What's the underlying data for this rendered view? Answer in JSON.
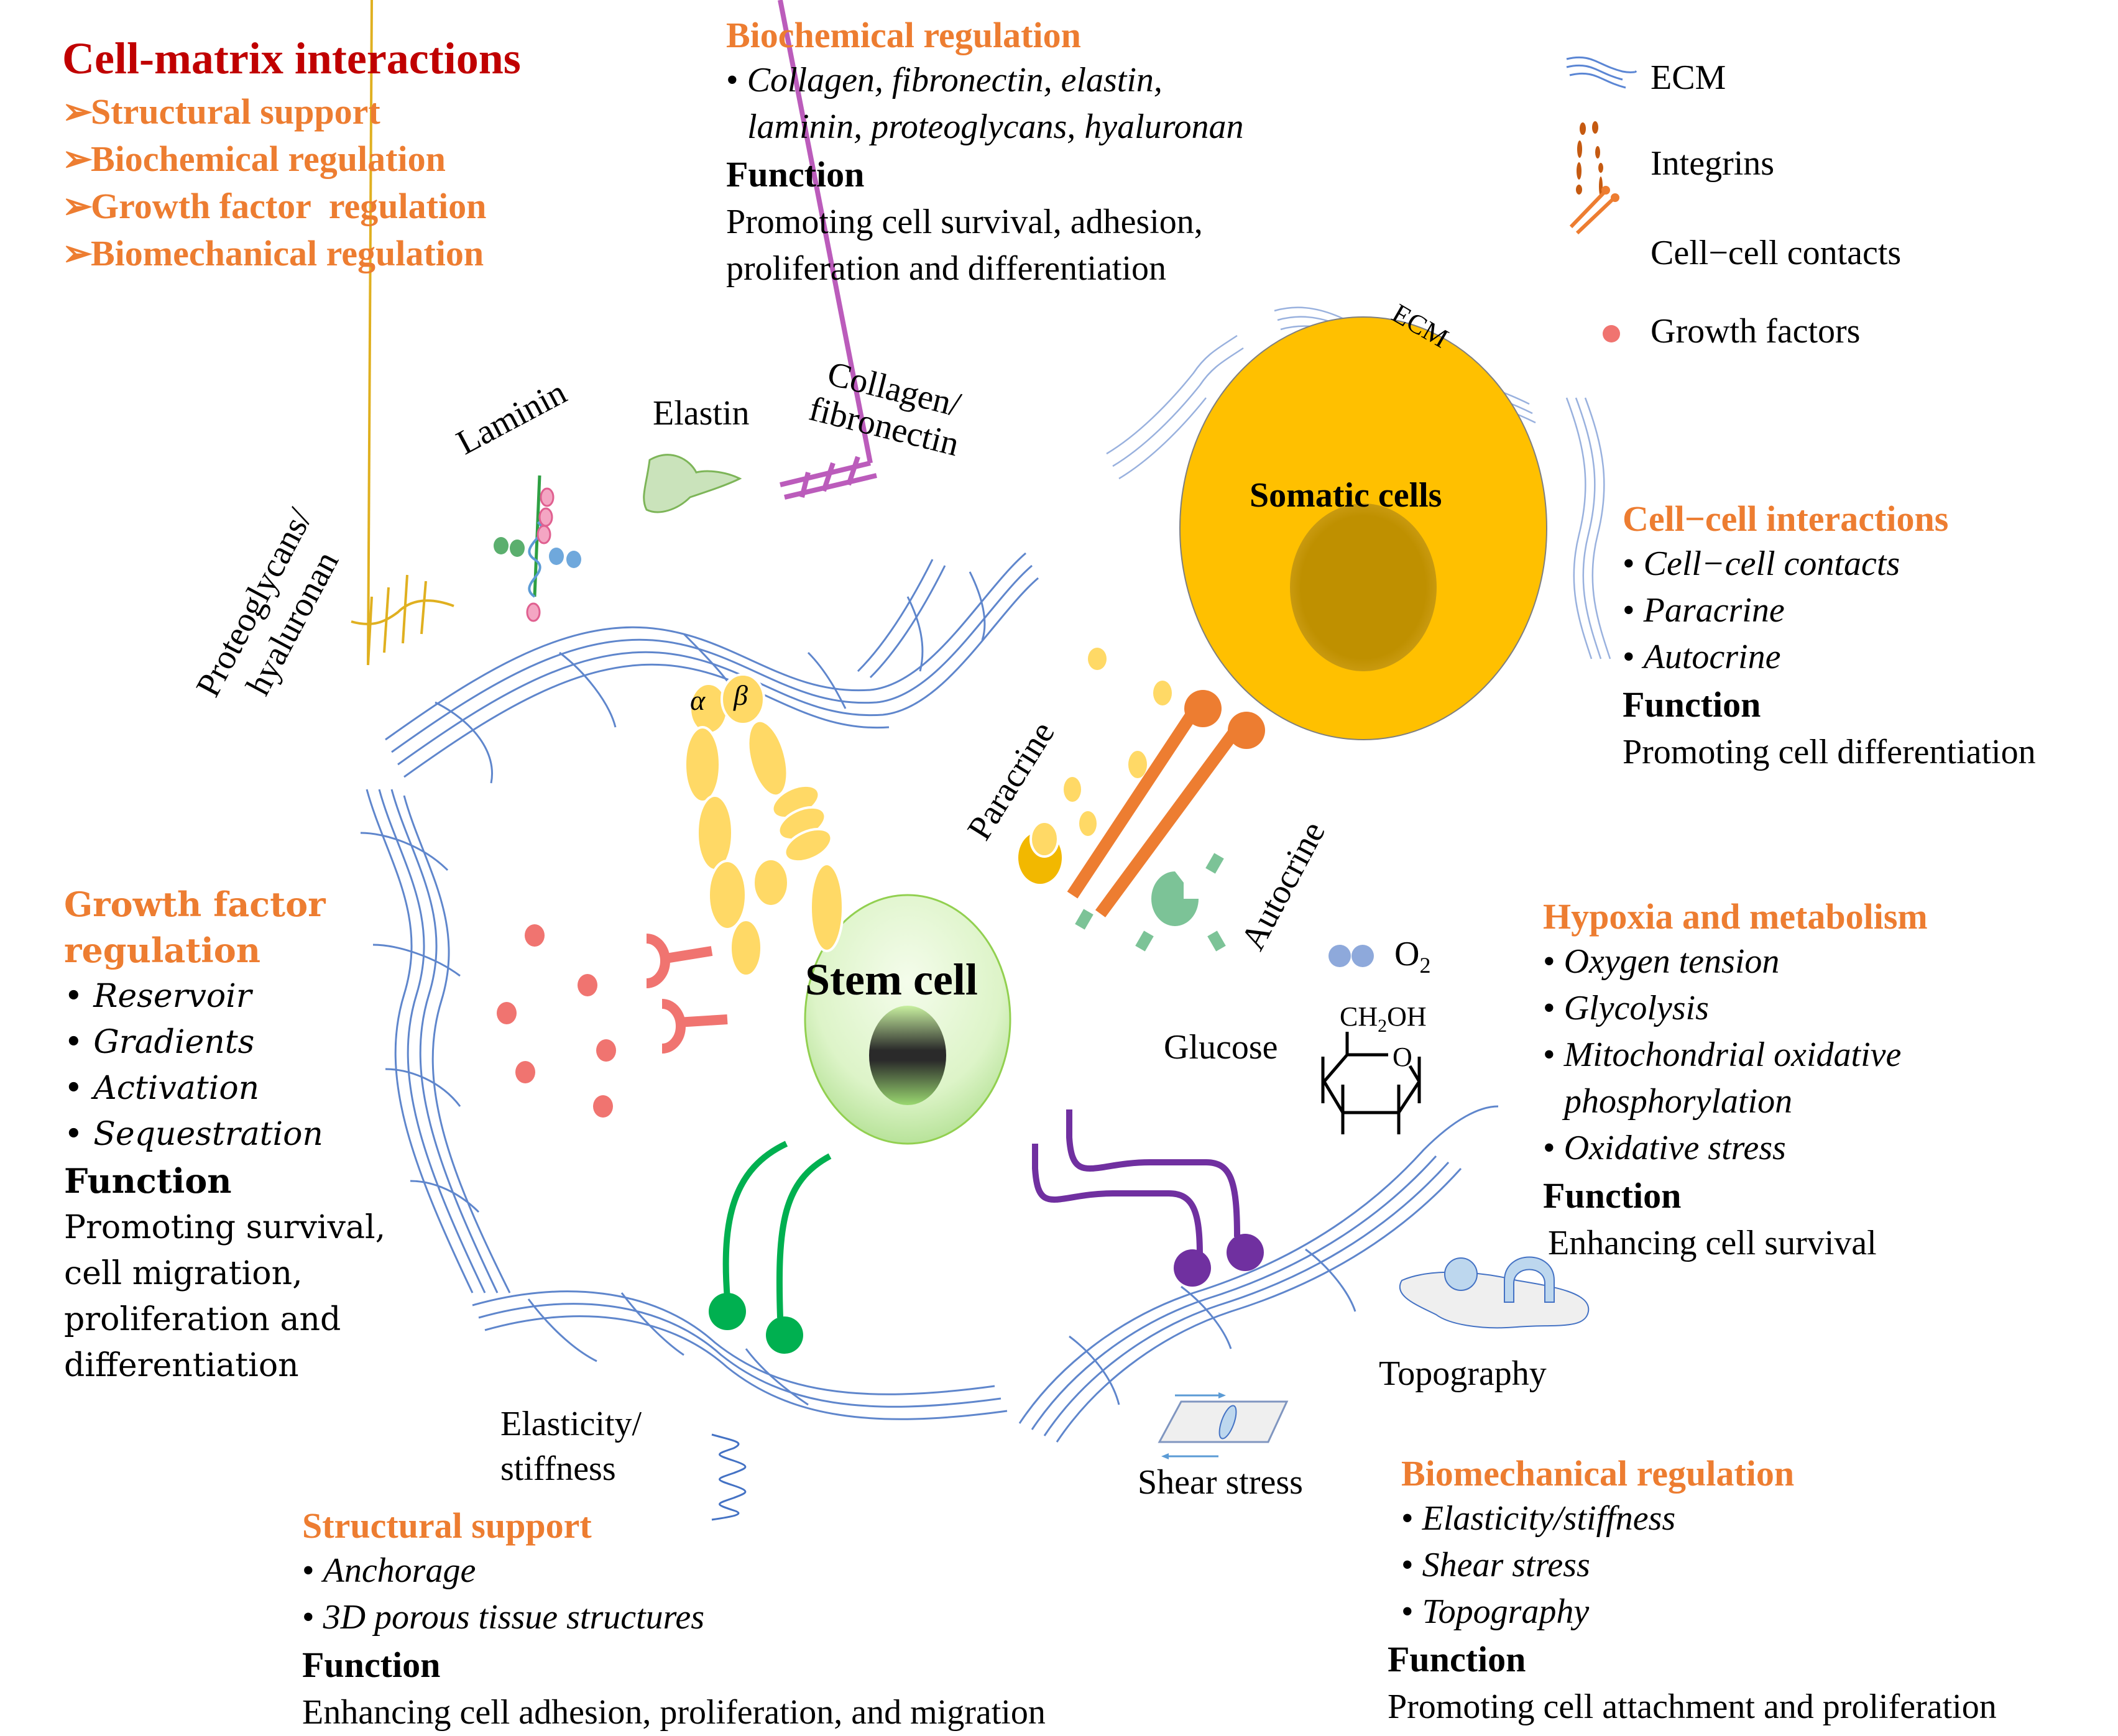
{
  "header": {
    "title": "Cell-matrix interactions",
    "items": [
      "Structural support",
      "Biochemical regulation",
      "Growth factor  regulation",
      "Biomechanical regulation"
    ],
    "arrow_glyph": "➢"
  },
  "legend": {
    "items": [
      {
        "icon": "ecm-icon",
        "label": "ECM"
      },
      {
        "icon": "integrin-icon",
        "label": "Integrins"
      },
      {
        "icon": "cell-contact-icon",
        "label": "Cell−cell contacts"
      },
      {
        "icon": "growth-factor-icon",
        "label": "Growth factors"
      }
    ]
  },
  "panels": {
    "biochemical": {
      "heading": "Biochemical regulation",
      "bullets": [
        "Collagen, fibronectin, elastin,",
        "laminin, proteoglycans, hyaluronan"
      ],
      "function_label": "Function",
      "function_lines": [
        "Promoting cell survival, adhesion,",
        "proliferation and differentiation"
      ]
    },
    "cell_cell": {
      "heading": "Cell−cell interactions",
      "bullets": [
        "Cell−cell contacts",
        "Paracrine",
        "Autocrine"
      ],
      "function_label": "Function",
      "function_lines": [
        "Promoting cell differentiation"
      ]
    },
    "growth_factor": {
      "heading_lines": [
        "Growth factor",
        "regulation"
      ],
      "bullets": [
        "Reservoir",
        "Gradients",
        "Activation",
        "Sequestration"
      ],
      "function_label": "Function",
      "function_lines": [
        "Promoting survival,",
        "cell migration,",
        "proliferation and",
        "differentiation"
      ]
    },
    "hypoxia": {
      "heading": "Hypoxia and metabolism",
      "bullets": [
        "Oxygen tension",
        "Glycolysis",
        "Mitochondrial oxidative",
        "phosphorylation",
        "Oxidative stress"
      ],
      "function_label": "Function",
      "function_lines": [
        "Enhancing cell survival"
      ]
    },
    "structural": {
      "heading": "Structural support",
      "bullets": [
        "Anchorage",
        "3D porous tissue structures"
      ],
      "function_label": "Function",
      "function_lines": [
        "Enhancing cell adhesion, proliferation, and migration"
      ]
    },
    "biomechanical": {
      "heading": "Biomechanical regulation",
      "bullets": [
        "Elasticity/stiffness",
        "Shear stress",
        "Topography"
      ],
      "function_label": "Function",
      "function_lines": [
        "Promoting cell attachment and proliferation"
      ]
    }
  },
  "diagram": {
    "ecm_components": {
      "proteoglycans": [
        "Proteoglycans/",
        "hyaluronan"
      ],
      "laminin": "Laminin",
      "elastin": "Elastin",
      "collagen": [
        "Collagen/",
        "fibronectin"
      ]
    },
    "ecm_label": "ECM",
    "somatic_cells": "Somatic cells",
    "stem_cell": "Stem cell",
    "integrin_alpha": "α",
    "integrin_beta": "β",
    "paracrine": "Paracrine",
    "autocrine": "Autocrine",
    "oxygen": "O",
    "oxygen_sub": "2",
    "glucose": "Glucose",
    "glucose_group": "CH",
    "glucose_group_sub": "2",
    "glucose_group_tail": "OH",
    "glucose_ring_o": "O",
    "topography": "Topography",
    "shear_stress": "Shear stress",
    "elasticity": [
      "Elasticity/",
      "stiffness"
    ]
  },
  "colors": {
    "title_red": "#C00000",
    "heading_orange": "#ED7D31",
    "ecm_blue": "#4472C4",
    "somatic_yellow": "#FFC000",
    "somatic_nucleus": "#BF9000",
    "stem_green": "#D9F2C4",
    "integrin_yellow": "#FFD966",
    "contact_orange": "#ED7D31",
    "growth_factor_red": "#F07470",
    "autocrine_green": "#7CC397",
    "anchor_green": "#00B050",
    "purple": "#7030A0",
    "oxygen_blue": "#8EA9DB"
  }
}
